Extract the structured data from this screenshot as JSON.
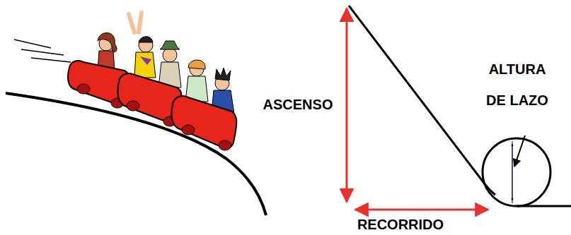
{
  "diagram": {
    "labels": [
      "ASCENSO",
      "ALTURA DE LAZO",
      "RECORRIDO"
    ]
  }
}
